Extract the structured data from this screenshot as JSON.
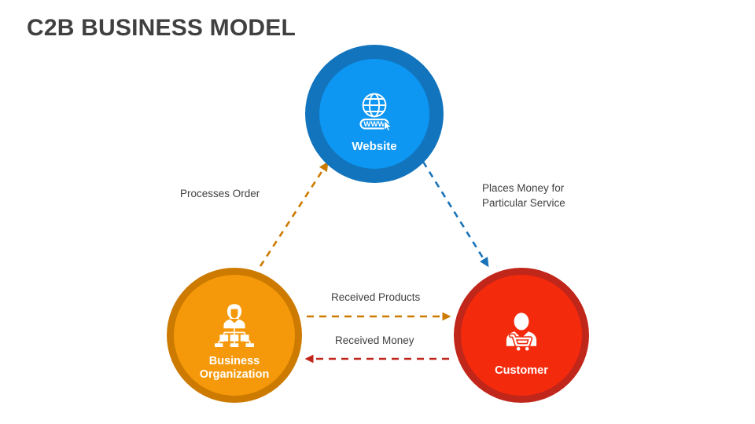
{
  "slide": {
    "title": "C2B BUSINESS MODEL",
    "background_color": "#ffffff",
    "title_color": "#404040"
  },
  "nodes": [
    {
      "id": "website",
      "label": "Website",
      "icon": "globe-www-cursor-icon",
      "ring_color": "#1274bd",
      "fill_color": "#0d96f2",
      "label_color": "#ffffff",
      "icon_text": "WWW"
    },
    {
      "id": "business",
      "label": "Business\nOrganization",
      "icon": "organization-chart-person-icon",
      "ring_color": "#cc7a00",
      "fill_color": "#f5990a",
      "label_color": "#ffffff"
    },
    {
      "id": "customer",
      "label": "Customer",
      "icon": "person-shopping-cart-icon",
      "ring_color": "#c1261a",
      "fill_color": "#f42a0c",
      "label_color": "#ffffff"
    }
  ],
  "connectors": [
    {
      "id": "processes-order",
      "label": "Processes Order",
      "from": "business",
      "to": "website",
      "color": "#cc7a00",
      "style": "dashed",
      "direction": "up-right"
    },
    {
      "id": "places-money",
      "label": "Places Money for\nParticular Service",
      "from": "website",
      "to": "customer",
      "color": "#1a73b8",
      "style": "dashed",
      "direction": "down-right"
    },
    {
      "id": "received-products",
      "label": "Received Products",
      "from": "business",
      "to": "customer",
      "color": "#cc7a00",
      "style": "dashed",
      "direction": "right"
    },
    {
      "id": "received-money",
      "label": "Received Money",
      "from": "customer",
      "to": "business",
      "color": "#c1261a",
      "style": "dashed",
      "direction": "left"
    }
  ]
}
